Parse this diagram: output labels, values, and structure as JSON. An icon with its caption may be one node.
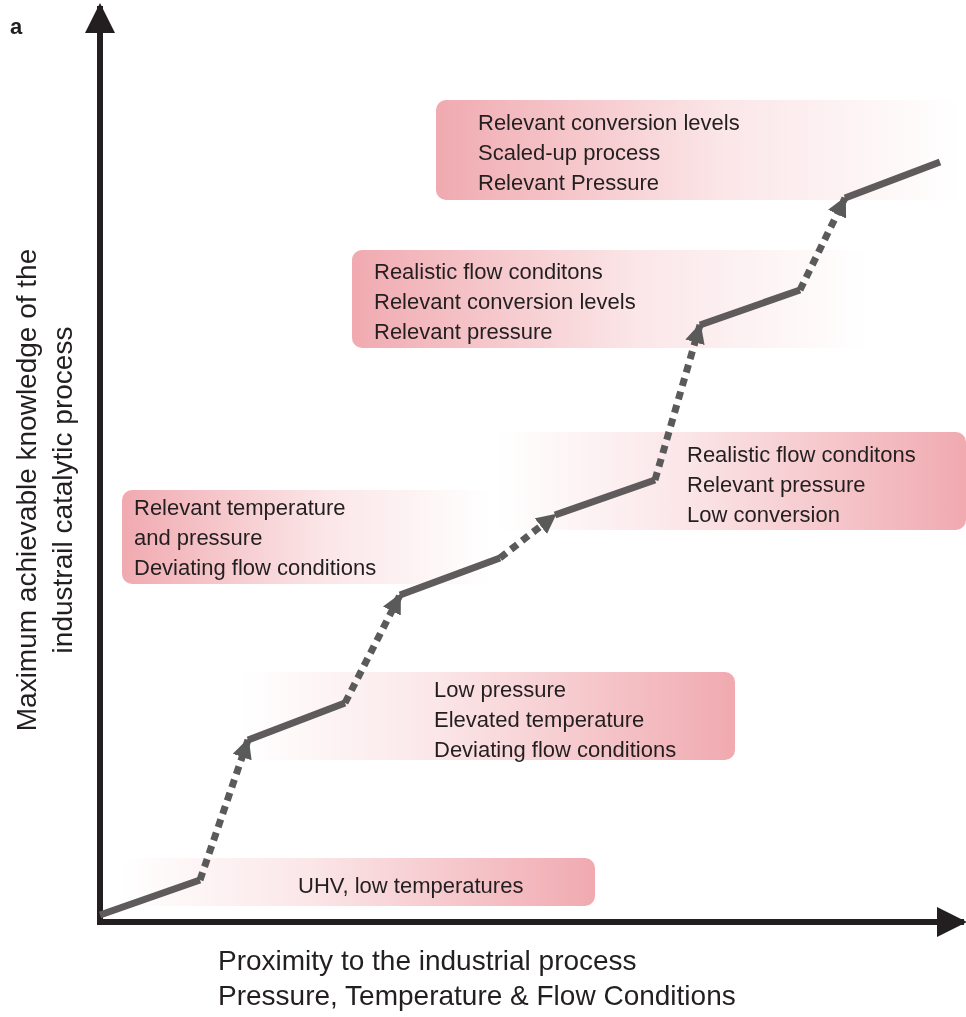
{
  "diagram": {
    "nodes": [
      {
        "text": [
          "UHV, low temperatures"
        ]
      },
      {
        "text": [
          "Low pressure",
          "Elevated temperature",
          "Deviating flow conditions"
        ]
      },
      {
        "text": [
          "Relevant temperature and pressure",
          "Deviating flow conditions"
        ]
      },
      {
        "text": [
          "Realistic flow conditons",
          "Relevant pressure",
          "Low conversion"
        ]
      },
      {
        "text": [
          "Realistic flow conditons",
          "Relevant conversion levels",
          "Relevant pressure"
        ]
      },
      {
        "text": [
          "Relevant conversion levels",
          "Scaled-up process",
          "Relevant Pressure"
        ]
      }
    ],
    "edges": [
      {
        "from": 0,
        "to": 1,
        "arrow": "to",
        "style": "dashed"
      },
      {
        "from": 1,
        "to": 2,
        "arrow": "to",
        "style": "dashed"
      },
      {
        "from": 2,
        "to": 3,
        "arrow": "to",
        "style": "dashed"
      },
      {
        "from": 3,
        "to": 4,
        "arrow": "to",
        "style": "dashed"
      },
      {
        "from": 4,
        "to": 5,
        "arrow": "to",
        "style": "dashed"
      }
    ],
    "labels": [
      "a",
      "Maximum achievable knowledge of the industrail catalytic process",
      "Proximity to the industrial process",
      "Pressure, Temperature & Flow Conditions"
    ]
  }
}
